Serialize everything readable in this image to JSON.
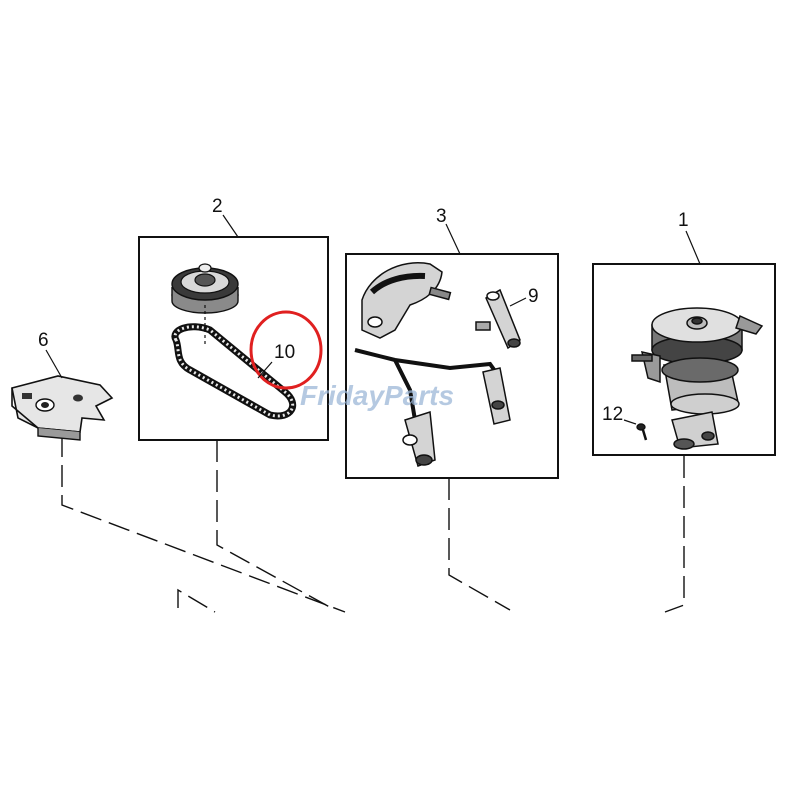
{
  "diagram": {
    "callouts": [
      {
        "id": "1",
        "label": "1"
      },
      {
        "id": "2",
        "label": "2"
      },
      {
        "id": "3",
        "label": "3"
      },
      {
        "id": "6",
        "label": "6"
      },
      {
        "id": "9",
        "label": "9"
      },
      {
        "id": "10",
        "label": "10"
      },
      {
        "id": "12",
        "label": "12"
      }
    ],
    "watermark": "FridayParts",
    "highlight_color": "#e02020",
    "line_color": "#111111"
  }
}
